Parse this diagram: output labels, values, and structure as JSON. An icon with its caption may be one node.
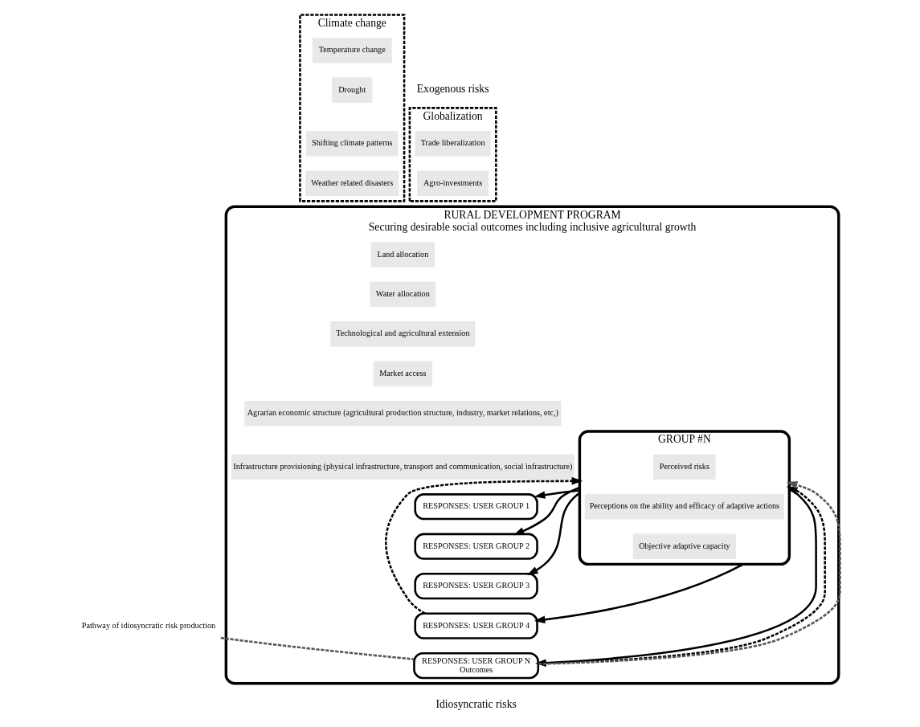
{
  "diagram": {
    "nodes": [
      {
        "text": [
          "Globalization"
        ]
      },
      {
        "text": [
          "Trade liberalization"
        ],
        "in": 0
      },
      {
        "text": [
          "Agro-investments"
        ],
        "in": 0
      },
      {
        "text": [
          "Climate change"
        ]
      },
      {
        "text": [
          "Temperature change"
        ],
        "in": 3
      },
      {
        "text": [
          "Drought"
        ],
        "in": 3
      },
      {
        "text": [
          "Shifting climate patterns"
        ],
        "in": 3
      },
      {
        "text": [
          "Weather related disasters"
        ],
        "in": 3
      },
      {
        "text": [
          "RURAL DEVELOPMENT PROGRAM",
          "Securing desirable social outcomes including inclusive agricultural growth"
        ]
      },
      {
        "text": [
          "Land allocation"
        ],
        "in": 8
      },
      {
        "text": [
          "Water allocation"
        ],
        "in": 8
      },
      {
        "text": [
          "Technological and agricultural extension"
        ],
        "in": 8
      },
      {
        "text": [
          "Market access"
        ],
        "in": 8
      },
      {
        "text": [
          "Agrarian economic structure (agricultural production structure, industry, market relations, etc,)"
        ],
        "in": 8
      },
      {
        "text": [
          "Infrastructure provisioning (physical infrastructure, transport and communication, social infrastructure)"
        ],
        "in": 8
      },
      {
        "text": [
          "GROUP #N"
        ],
        "in": 8
      },
      {
        "text": [
          "Perceived risks"
        ],
        "in": 15
      },
      {
        "text": [
          "Perceptions on the ability and efficacy of adaptive actions"
        ],
        "in": 15
      },
      {
        "text": [
          "Objective adaptive capacity"
        ],
        "in": 15
      },
      {
        "text": [
          "RESPONSES: USER GROUP 1"
        ],
        "in": 8
      },
      {
        "text": [
          "RESPONSES: USER GROUP 2"
        ],
        "in": 8
      },
      {
        "text": [
          "RESPONSES: USER GROUP 3"
        ],
        "in": 8
      },
      {
        "text": [
          "RESPONSES: USER GROUP 4"
        ],
        "in": 8
      },
      {
        "text": [
          "RESPONSES: USER GROUP N",
          "Outcomes"
        ],
        "in": 8
      },
      {
        "text": [
          "Pathway of idiosyncratic risk production"
        ]
      }
    ],
    "edges": [
      {
        "from": 15,
        "to": 19,
        "arrow": "to"
      },
      {
        "from": 15,
        "to": 20,
        "arrow": "to"
      },
      {
        "from": 15,
        "to": 21,
        "arrow": "to"
      },
      {
        "from": 15,
        "to": 22,
        "arrow": "to"
      },
      {
        "from": 15,
        "to": 23,
        "arrow": "to"
      },
      {
        "from": 22,
        "to": 15,
        "arrow": "to",
        "style": "dashed"
      },
      {
        "from": 23,
        "to": 15,
        "arrow": "to",
        "style": "dashed"
      },
      {
        "from": 23,
        "to": 15,
        "arrow": "to",
        "style": "dashed",
        "color": "#555555"
      },
      {
        "from": 24,
        "to": 23,
        "arrow": "none",
        "style": "dashed",
        "color": "#555555"
      }
    ],
    "labels": [
      "Exogenous risks",
      "Idiosyncratic risks"
    ]
  }
}
